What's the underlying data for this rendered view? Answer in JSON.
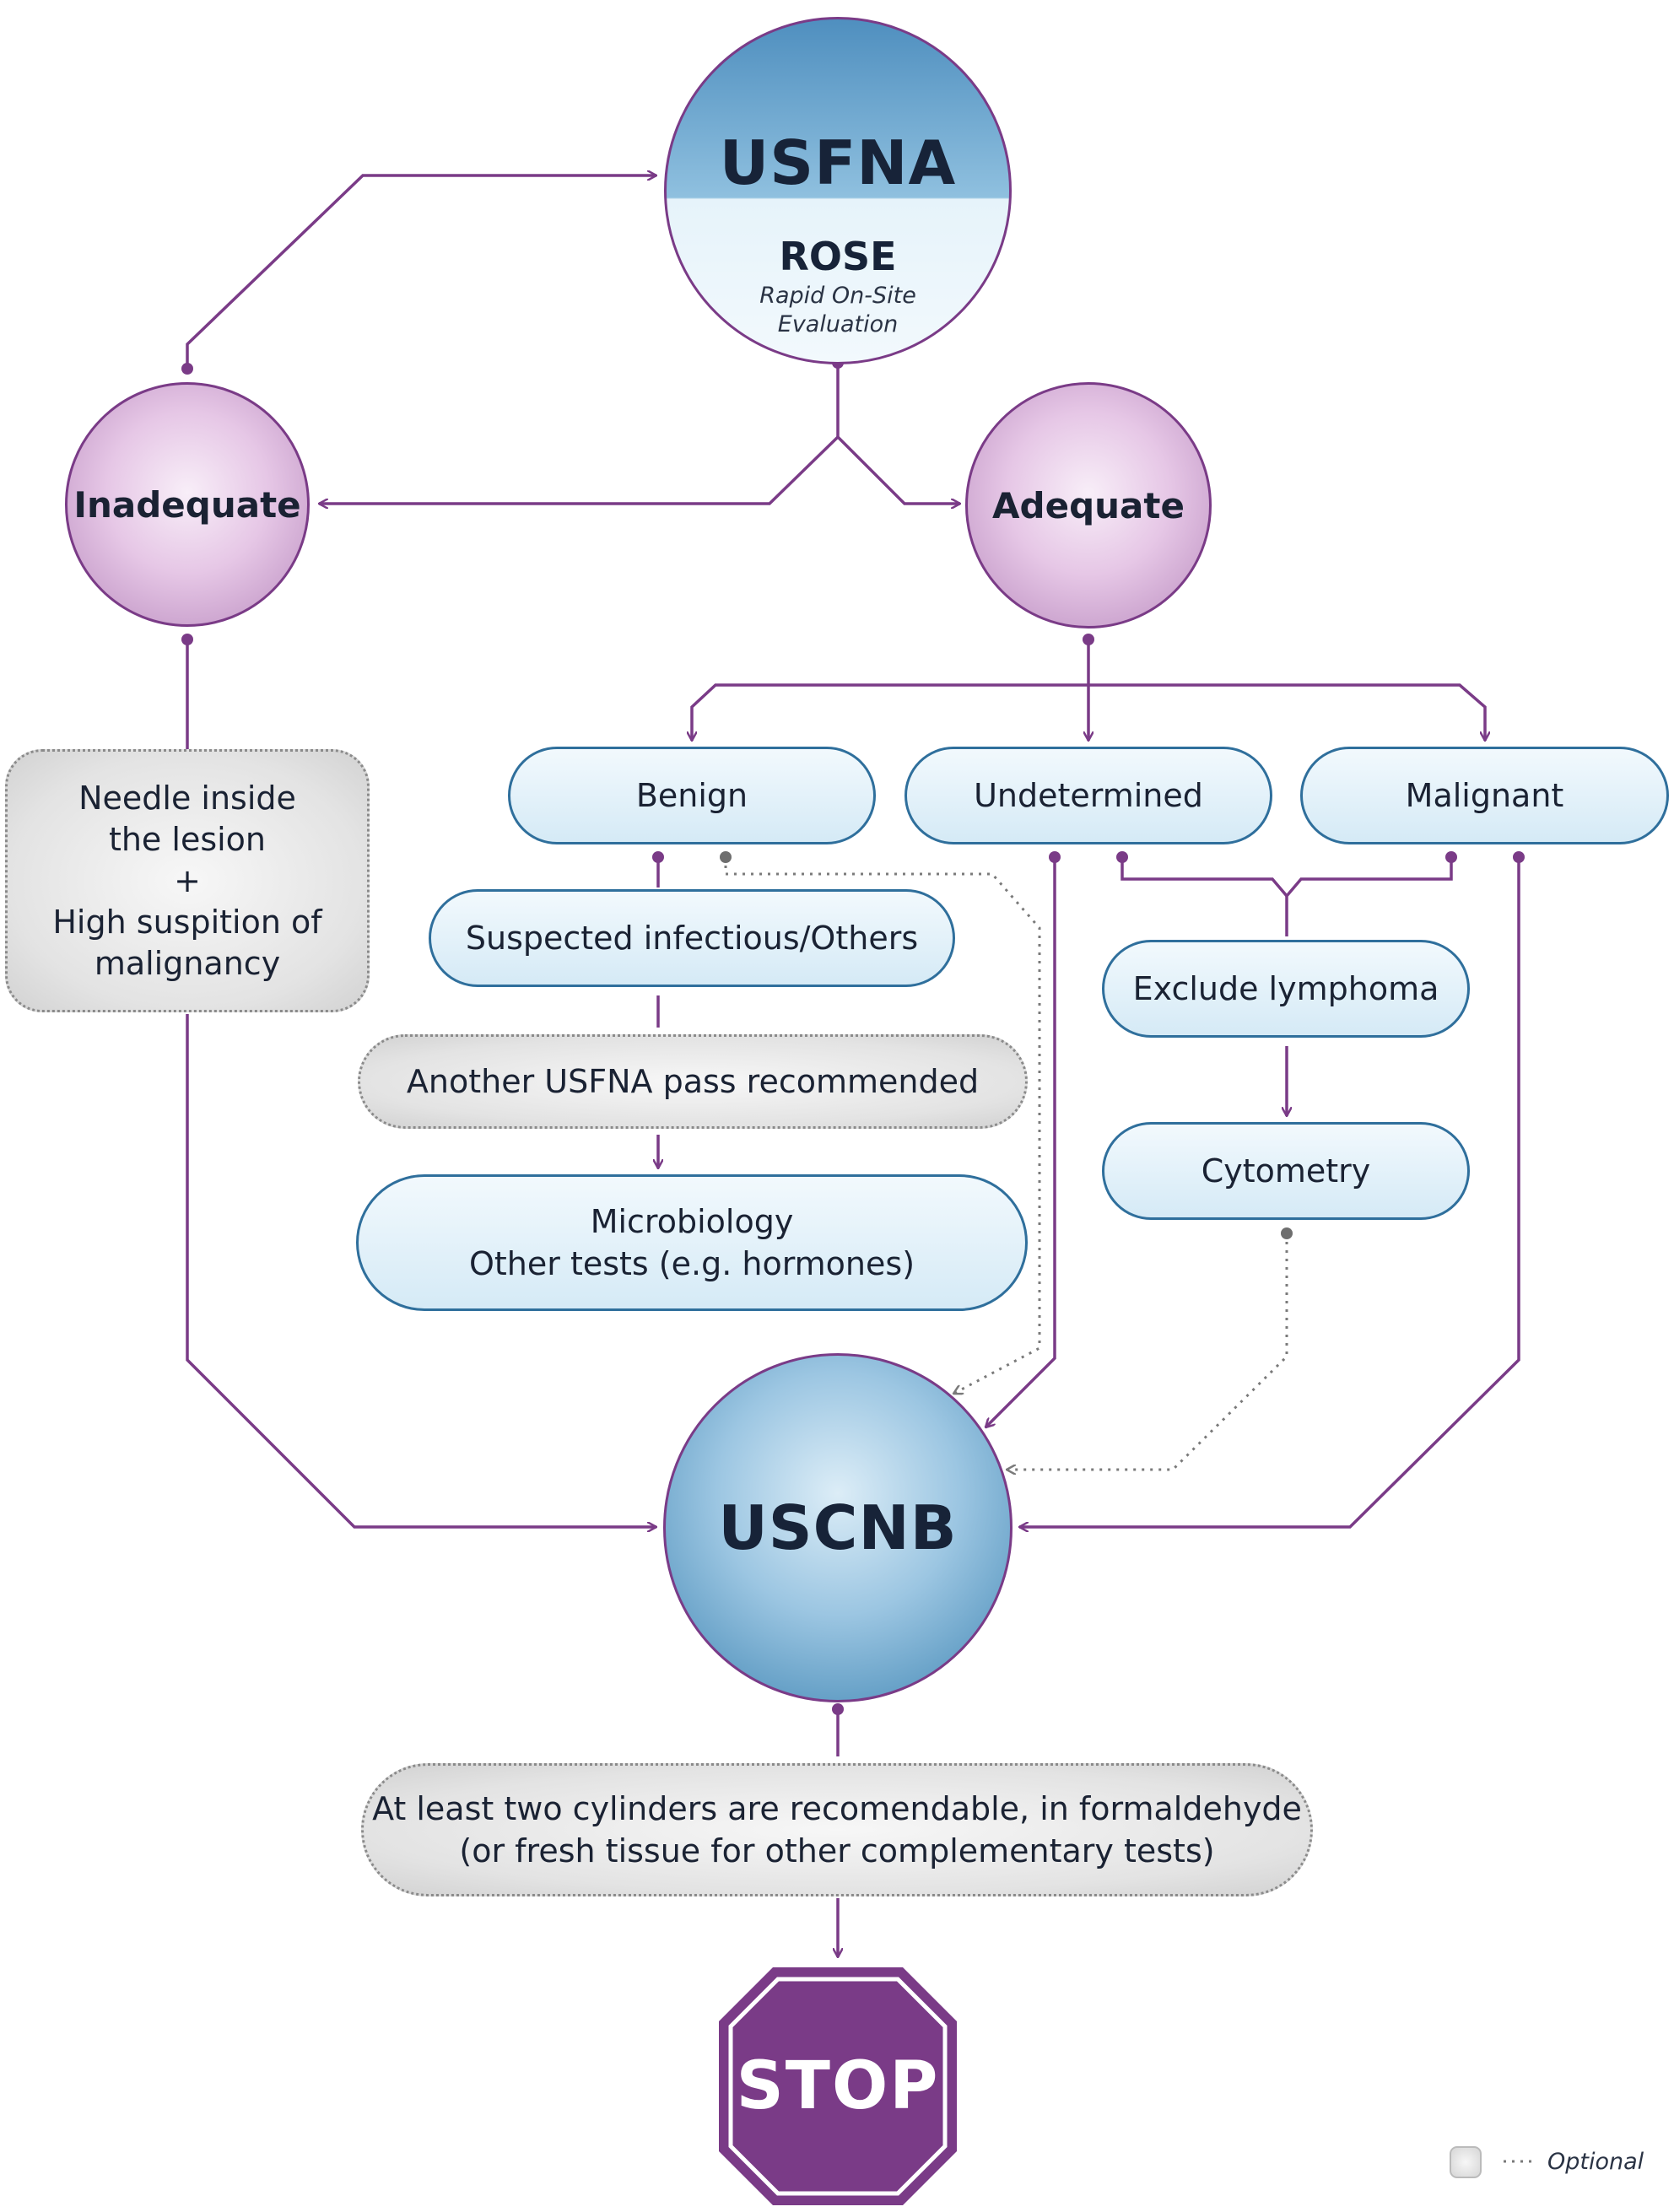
{
  "usfna": {
    "title": "USFNA",
    "sub_title": "ROSE",
    "sub_line1": "Rapid On-Site",
    "sub_line2": "Evaluation"
  },
  "inadequate": {
    "label": "Inadequate"
  },
  "adequate": {
    "label": "Adequate"
  },
  "needle_box": {
    "line1": "Needle inside",
    "line2": "the lesion",
    "line3": "+",
    "line4": "High suspition of",
    "line5": "malignancy"
  },
  "benign": {
    "label": "Benign"
  },
  "undetermined": {
    "label": "Undetermined"
  },
  "malignant": {
    "label": "Malignant"
  },
  "suspected": {
    "label": "Suspected infectious/Others"
  },
  "another_pass": {
    "label": "Another USFNA pass recommended"
  },
  "micro": {
    "line1": "Microbiology",
    "line2": "Other tests (e.g. hormones)"
  },
  "exclude": {
    "label": "Exclude lymphoma"
  },
  "cytometry": {
    "label": "Cytometry"
  },
  "uscnb": {
    "label": "USCNB"
  },
  "cylinders": {
    "line1": "At least two cylinders are recomendable, in formaldehyde",
    "line2": "(or fresh tissue for other complementary tests)"
  },
  "stop": {
    "label": "STOP"
  },
  "legend": {
    "optional_label": "Optional"
  },
  "colors": {
    "connector": "#7a3b87",
    "optional_connector": "#7a7a7a",
    "stop_fill": "#7a3b87",
    "pill_border": "#2f6f9c"
  }
}
